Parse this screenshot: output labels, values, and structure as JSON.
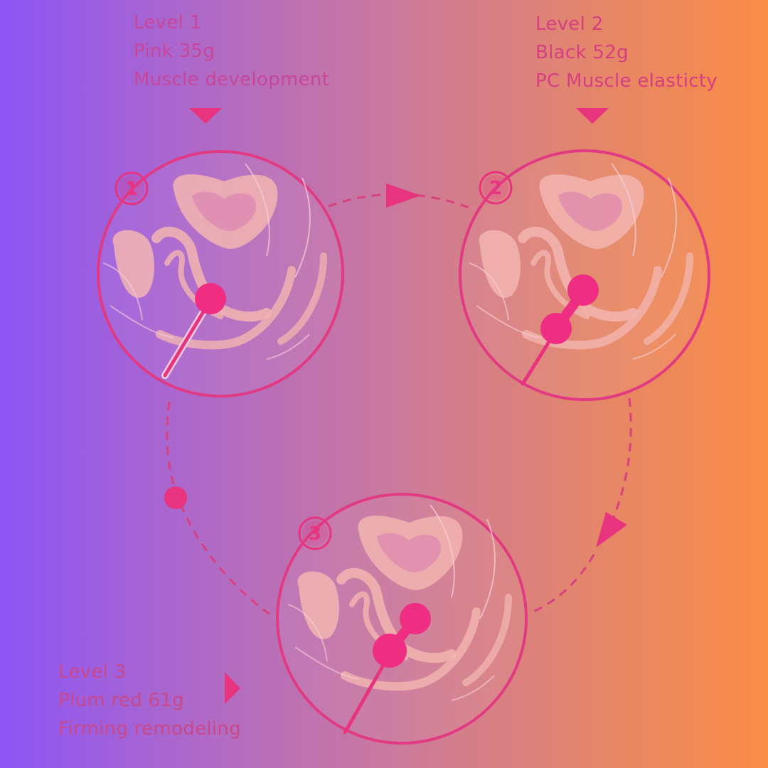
{
  "levels": [
    {
      "badge": "1",
      "title": "Level 1",
      "weight": "Pink 35g",
      "benefit": "Muscle development",
      "balls": 1
    },
    {
      "badge": "2",
      "title": "Level 2",
      "weight": "Black 52g",
      "benefit": "PC Muscle elasticty",
      "balls": 2
    },
    {
      "badge": "3",
      "title": "Level 3",
      "weight": "Plum red 61g",
      "benefit": "Firming remodeling",
      "balls": 2
    }
  ],
  "colors": {
    "accent": "#e8337f",
    "ring": "#e13a82",
    "ball": "#ee2d83",
    "organ": "#f2b5b0",
    "background_left": "#8d55f6",
    "background_right": "#fa8c45"
  }
}
